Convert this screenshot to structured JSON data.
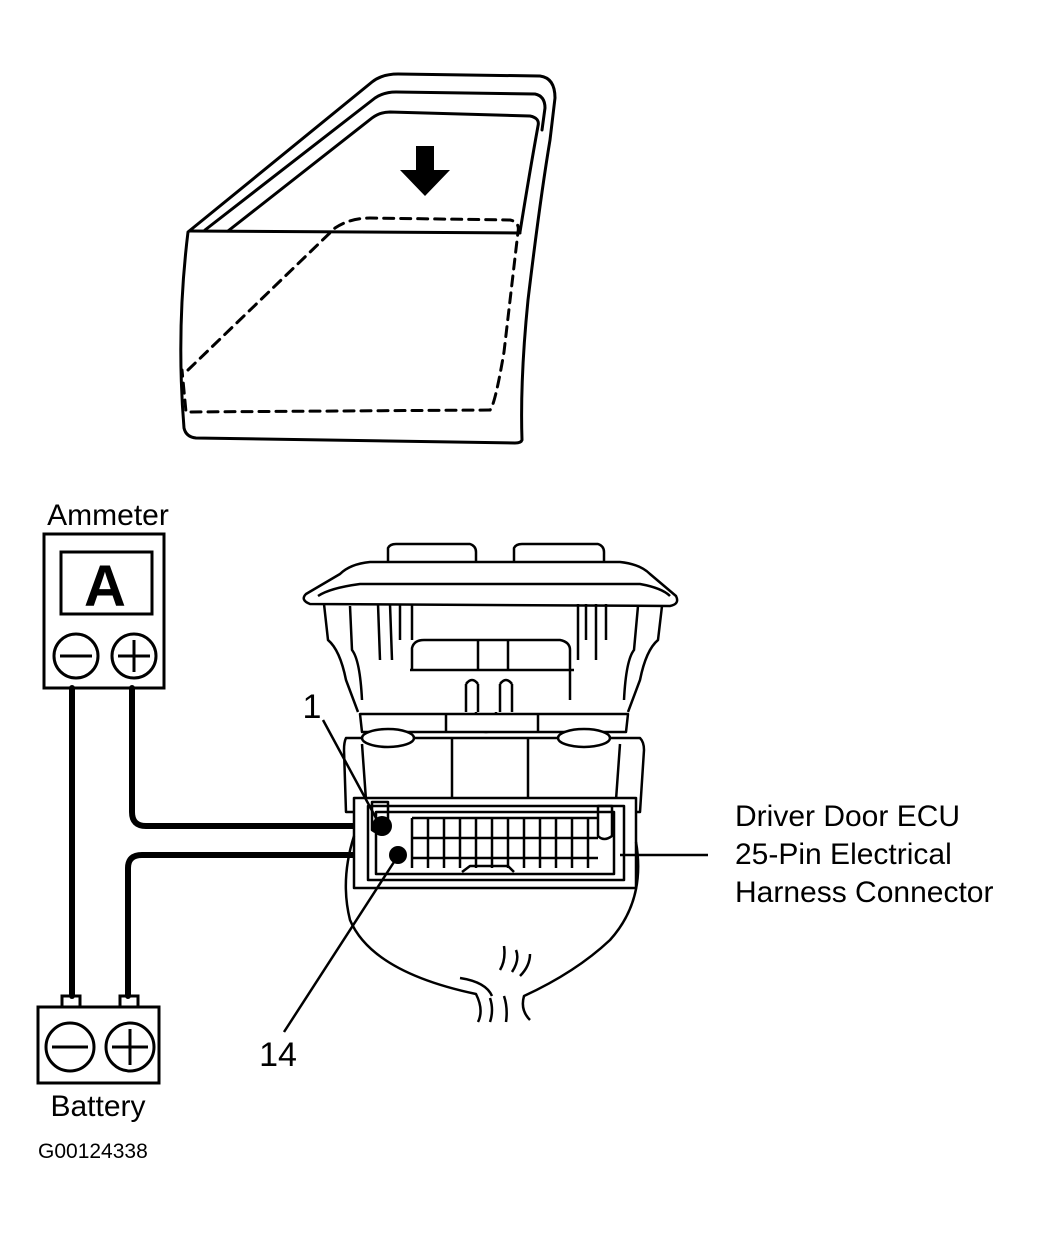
{
  "labels": {
    "ammeter": "Ammeter",
    "ammeter_symbol": "A",
    "battery": "Battery",
    "pin1": "1",
    "pin14": "14",
    "ecu_line1": "Driver Door ECU",
    "ecu_line2": "25-Pin Electrical",
    "ecu_line3": "Harness Connector",
    "figure_id": "G00124338"
  },
  "terminals": {
    "minus": "−",
    "plus": "+"
  },
  "icons": [
    "down-arrow-icon"
  ]
}
